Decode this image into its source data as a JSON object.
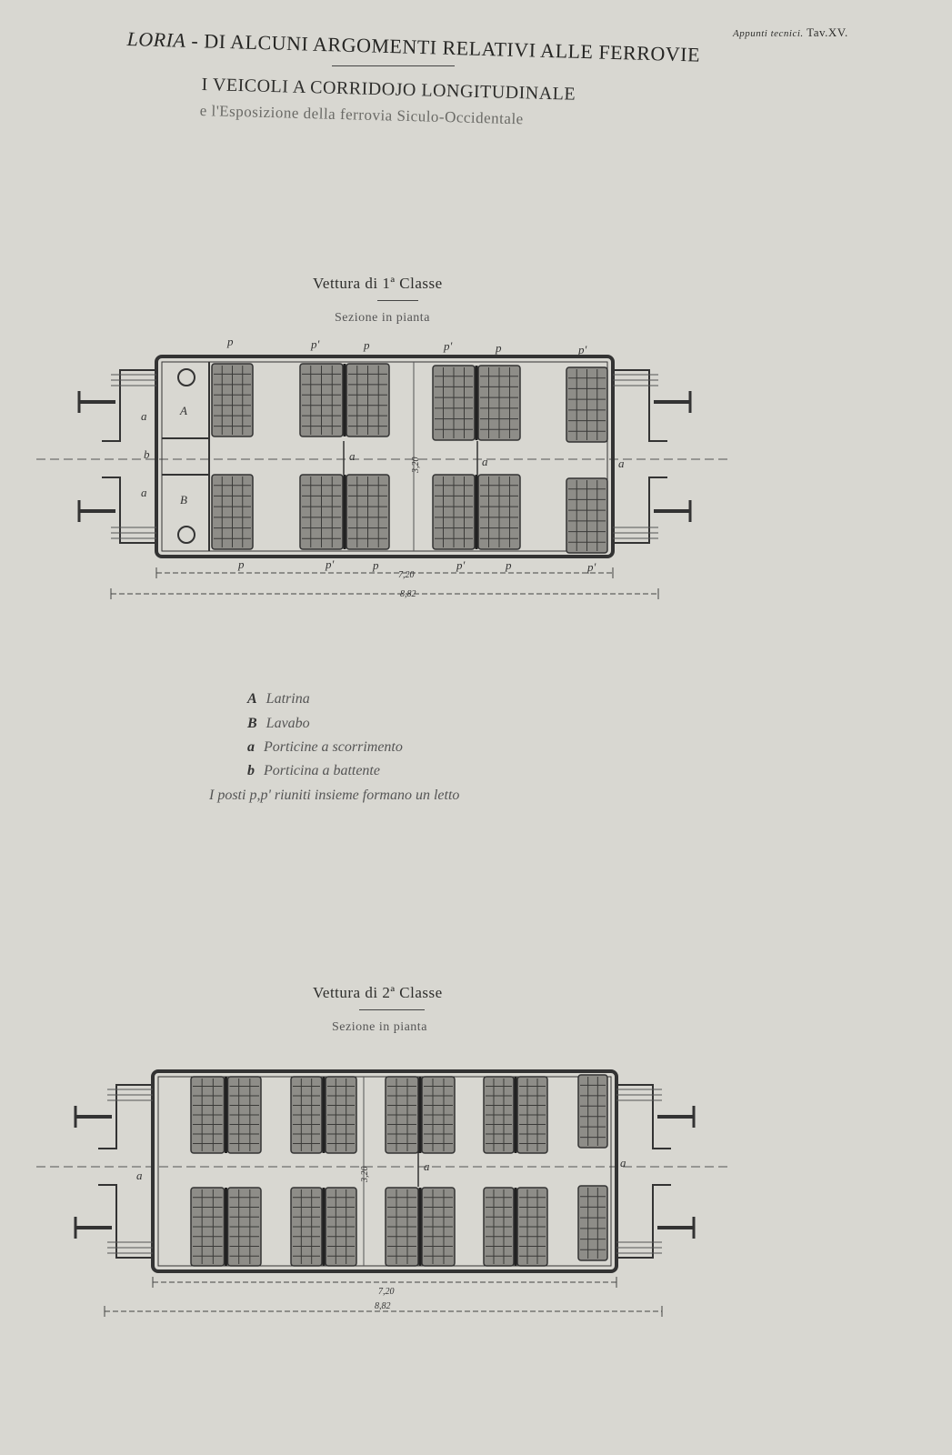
{
  "header": {
    "author": "LORIA",
    "title": "- DI ALCUNI ARGOMENTI RELATIVI ALLE FERROVIE",
    "subtitle": "I VEICOLI A CORRIDOJO LONGITUDINALE",
    "subtitle2": "e l'Esposizione della ferrovia Siculo-Occidentale",
    "series": "Appunti tecnici.",
    "plate": "Tav.XV."
  },
  "car1": {
    "title": "Vettura di 1ª Classe",
    "section": "Sezione in pianta",
    "room_a": "A",
    "room_b": "B",
    "door_a": "a",
    "door_b": "b",
    "seat_top": [
      "p",
      "p'",
      "p",
      "p'",
      "p",
      "p'"
    ],
    "seat_bottom": [
      "p",
      "p'",
      "p",
      "p'",
      "p",
      "p'"
    ],
    "length_body": "7,20",
    "length_total": "8,82",
    "width": "3,20"
  },
  "legend": [
    {
      "key": "A",
      "text": "Latrina"
    },
    {
      "key": "B",
      "text": "Lavabo"
    },
    {
      "key": "a",
      "text": "Porticine a scorrimento"
    },
    {
      "key": "b",
      "text": "Porticina a battente"
    }
  ],
  "legend_note": "I posti p,p' riuniti insieme formano un letto",
  "car2": {
    "title": "Vettura di 2ª Classe",
    "section": "Sezione in pianta",
    "door_a": "a",
    "length_body": "7,20",
    "length_total": "8,82",
    "width": "3,20"
  },
  "colors": {
    "paper": "#d8d7d1",
    "ink": "#2e2e2c"
  }
}
